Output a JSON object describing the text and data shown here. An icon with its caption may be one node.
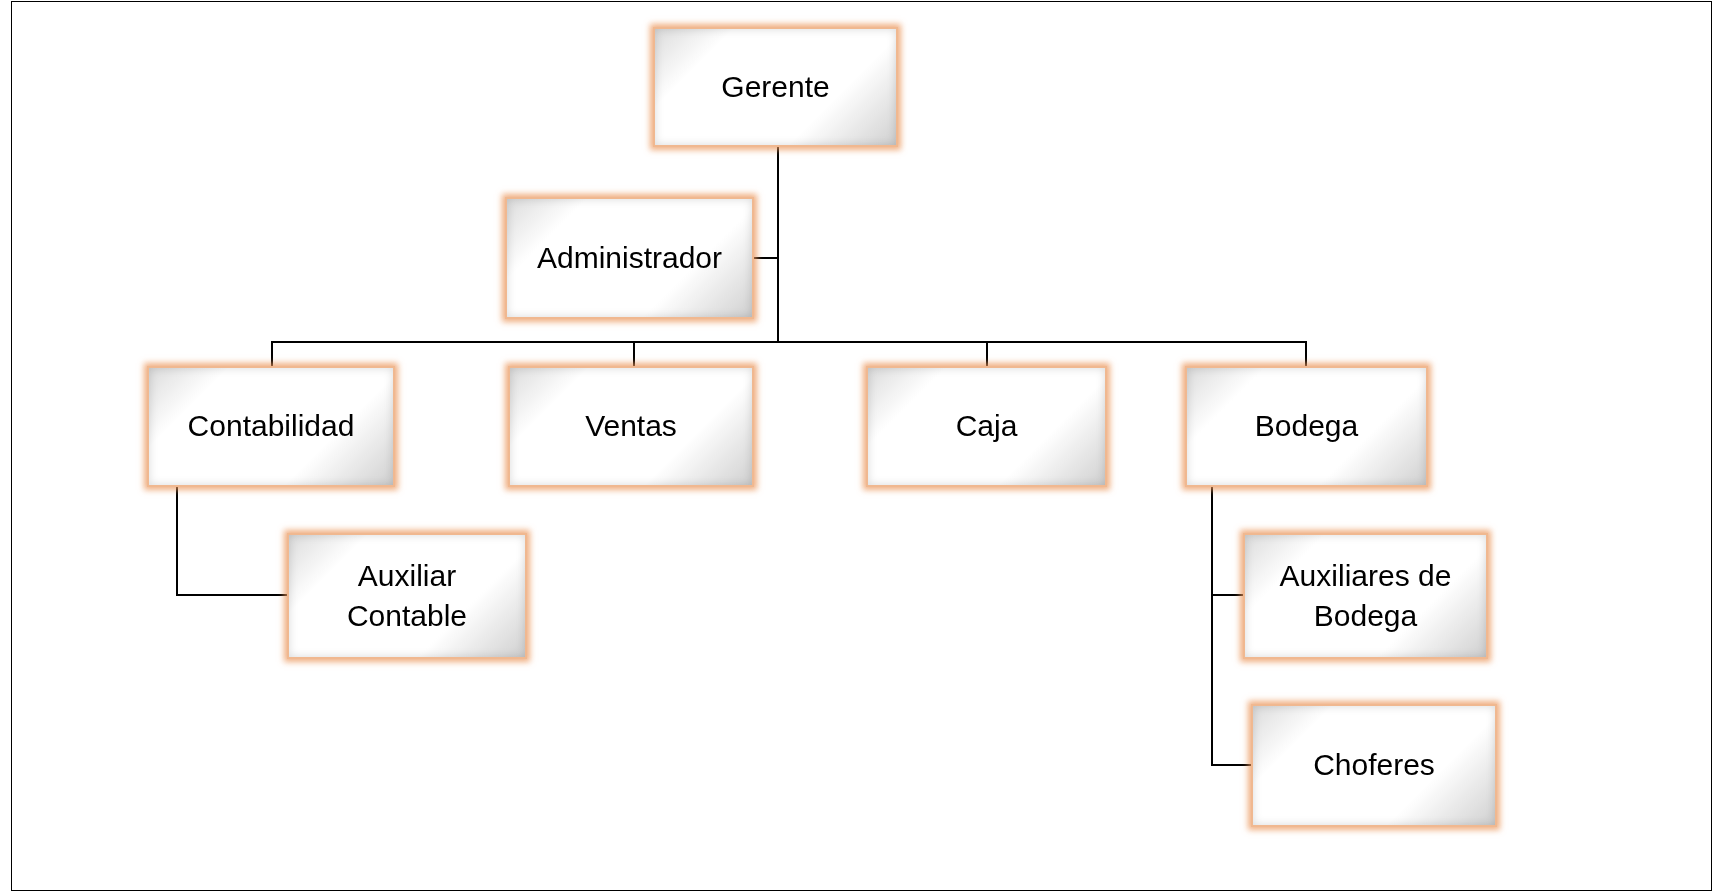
{
  "diagram": {
    "nodes": [
      {
        "text": [
          "Gerente"
        ]
      },
      {
        "text": [
          "Administrador"
        ]
      },
      {
        "text": [
          "Contabilidad"
        ]
      },
      {
        "text": [
          "Ventas"
        ]
      },
      {
        "text": [
          "Caja"
        ]
      },
      {
        "text": [
          "Bodega"
        ]
      },
      {
        "text": [
          "Auxiliar Contable"
        ]
      },
      {
        "text": [
          "Auxiliares de Bodega"
        ]
      },
      {
        "text": [
          "Choferes"
        ]
      }
    ],
    "edges": [
      {
        "from": 0,
        "to": 1,
        "arrow": "none"
      },
      {
        "from": 0,
        "to": 2,
        "arrow": "none"
      },
      {
        "from": 0,
        "to": 3,
        "arrow": "none"
      },
      {
        "from": 0,
        "to": 4,
        "arrow": "none"
      },
      {
        "from": 0,
        "to": 5,
        "arrow": "none"
      },
      {
        "from": 2,
        "to": 6,
        "arrow": "none"
      },
      {
        "from": 5,
        "to": 7,
        "arrow": "none"
      },
      {
        "from": 5,
        "to": 8,
        "arrow": "none"
      }
    ]
  }
}
